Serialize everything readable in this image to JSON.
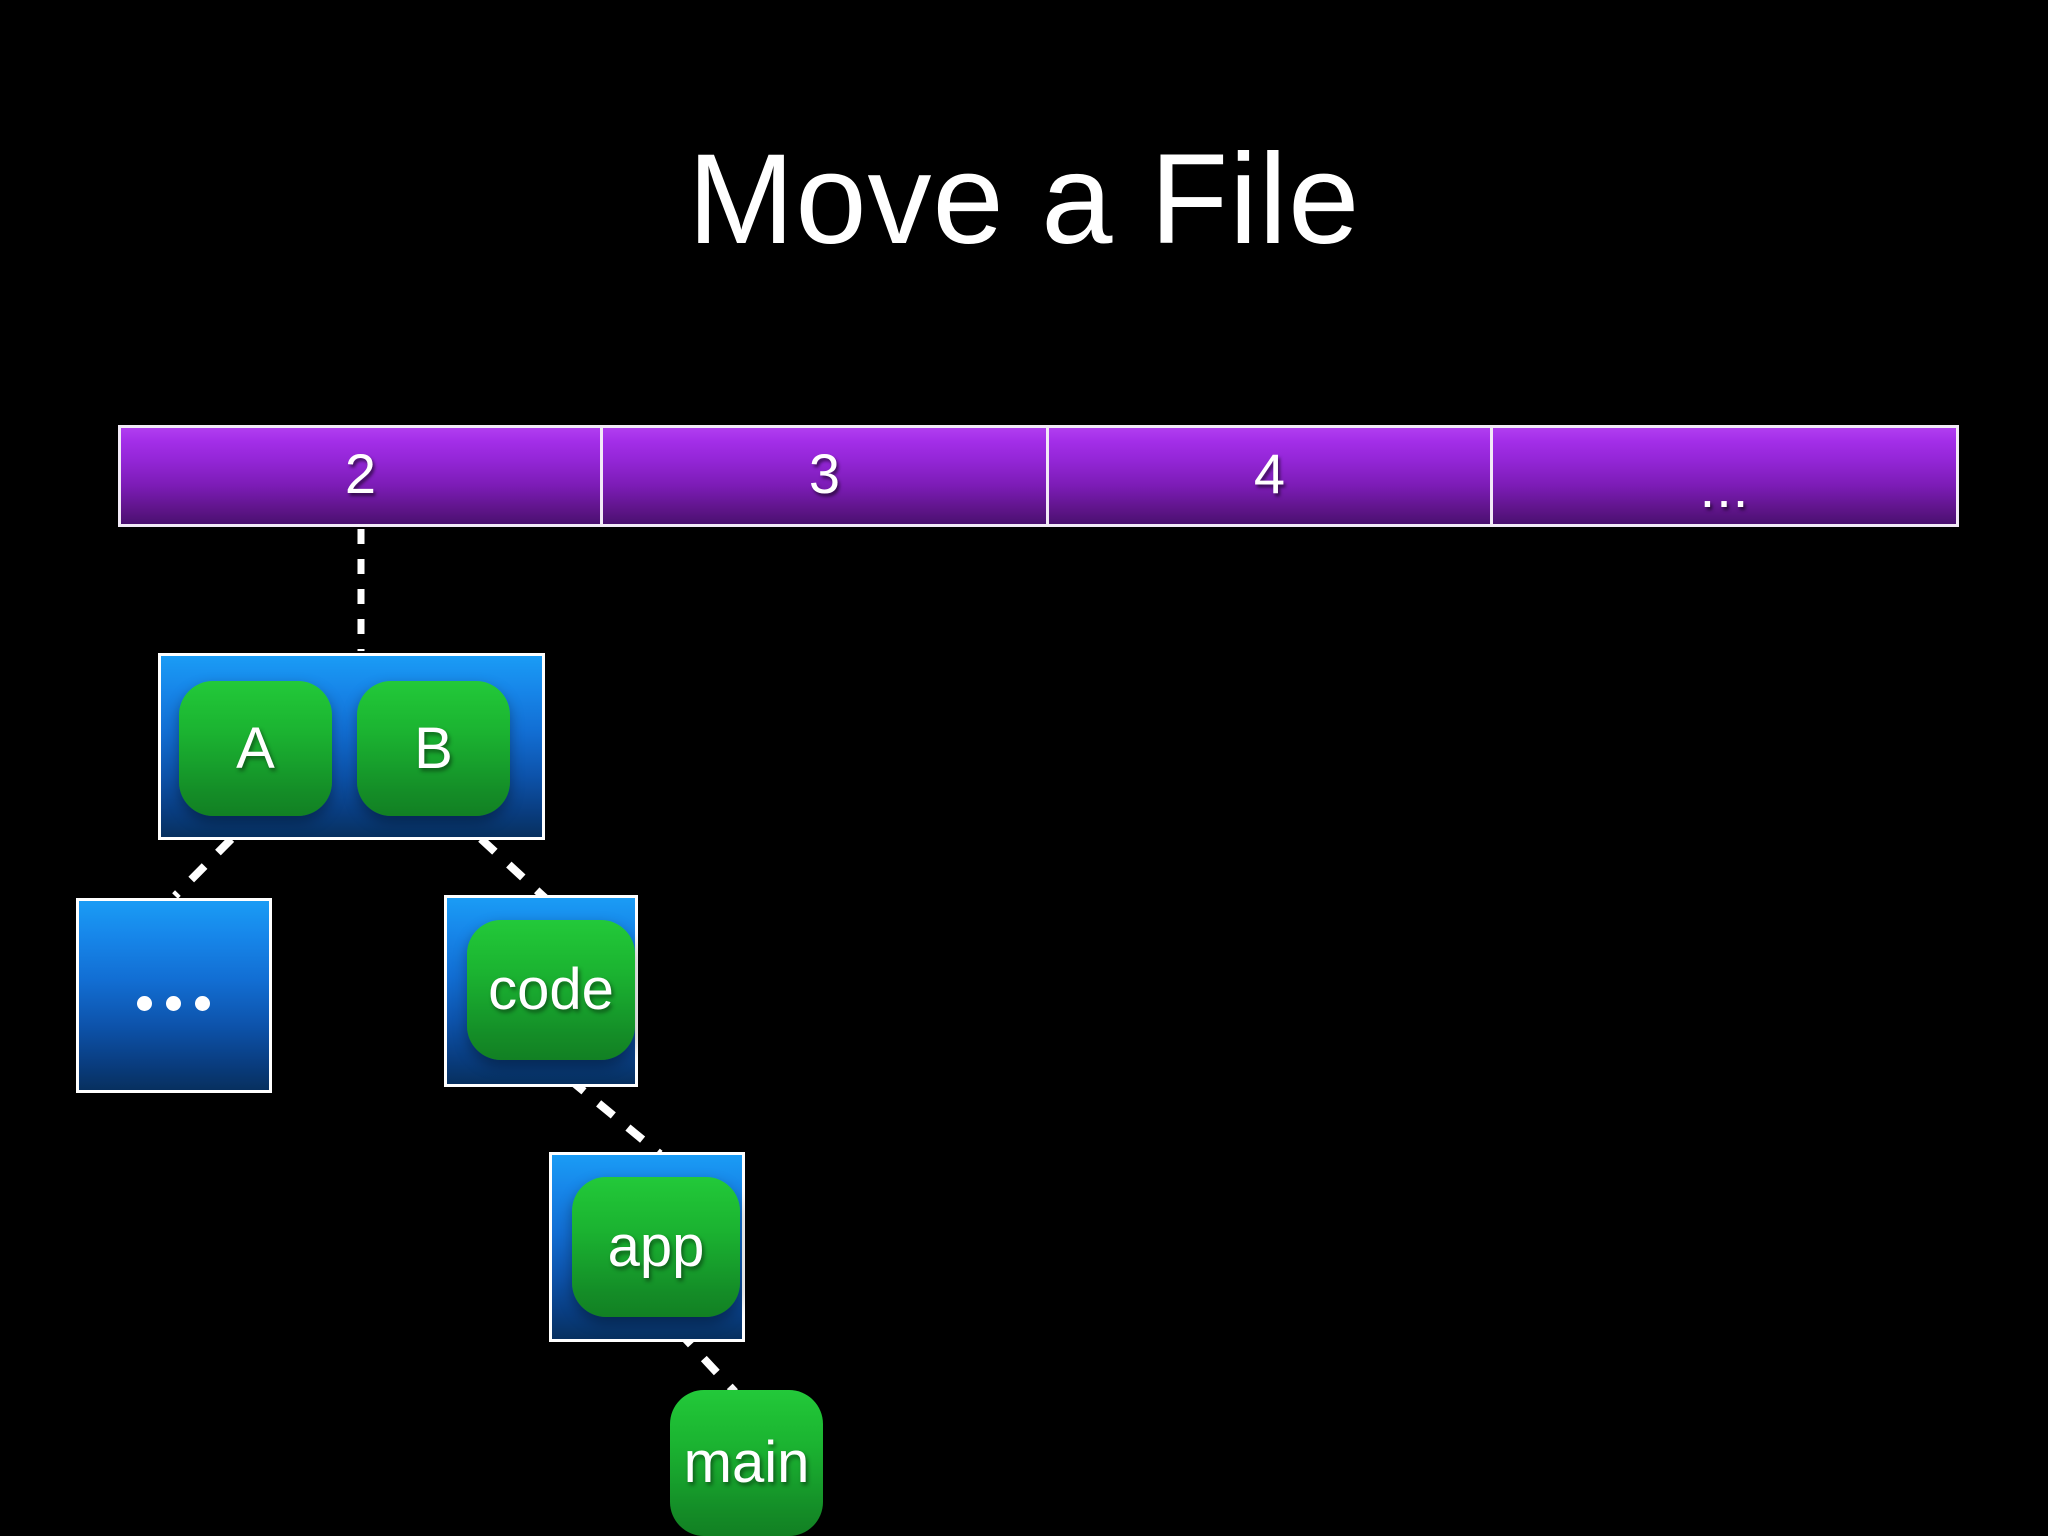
{
  "slide": {
    "title": "Move a File",
    "background_color": "#000000"
  },
  "commit_bar": {
    "name": "commit-history-bar",
    "accent_color": "#9326d6",
    "border_color": "#ffffff",
    "cells": [
      {
        "label": "2",
        "name": "commit-cell-2"
      },
      {
        "label": "3",
        "name": "commit-cell-3"
      },
      {
        "label": "4",
        "name": "commit-cell-4"
      },
      {
        "label": "...",
        "name": "commit-cell-more"
      }
    ]
  },
  "tree": {
    "blue_color": "#126ed3",
    "green_color": "#1bb331",
    "nodes": [
      {
        "id": "root",
        "type": "tree-node",
        "label": ""
      },
      {
        "id": "blob-a",
        "type": "blob-node",
        "label": "A"
      },
      {
        "id": "blob-b",
        "type": "blob-node",
        "label": "B"
      },
      {
        "id": "tree-dots",
        "type": "tree-node",
        "label": "..."
      },
      {
        "id": "tree-code",
        "type": "tree-node",
        "label": ""
      },
      {
        "id": "blob-code",
        "type": "blob-node",
        "label": "code"
      },
      {
        "id": "tree-app",
        "type": "tree-node",
        "label": ""
      },
      {
        "id": "blob-app",
        "type": "blob-node",
        "label": "app"
      },
      {
        "id": "blob-main",
        "type": "blob-node",
        "label": "main"
      }
    ]
  },
  "connectors": [
    {
      "from": "commit-cell-2",
      "to": "tree-root",
      "style": "dashed"
    },
    {
      "from": "blob-a",
      "to": "tree-dots",
      "style": "dashed"
    },
    {
      "from": "blob-b",
      "to": "tree-code",
      "style": "dashed"
    },
    {
      "from": "blob-code",
      "to": "tree-app",
      "style": "dashed"
    },
    {
      "from": "blob-app",
      "to": "blob-main",
      "style": "dashed"
    }
  ]
}
